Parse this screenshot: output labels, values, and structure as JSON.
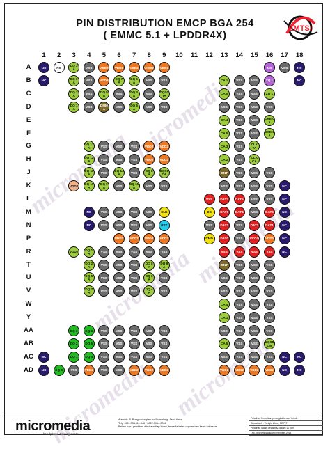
{
  "header": {
    "title_line1": "PIN DISTRIBUTION EMCP BGA 254",
    "title_line2": "( EMMC 5.1 + LPDDR4X)",
    "logo_text": "EMTSI"
  },
  "columns": [
    "1",
    "2",
    "3",
    "4",
    "5",
    "6",
    "7",
    "8",
    "9",
    "10",
    "11",
    "12",
    "13",
    "14",
    "15",
    "16",
    "17",
    "18"
  ],
  "rows": [
    "A",
    "B",
    "C",
    "D",
    "E",
    "F",
    "G",
    "H",
    "J",
    "K",
    "L",
    "M",
    "N",
    "P",
    "R",
    "T",
    "U",
    "V",
    "W",
    "Y",
    "AA",
    "AB",
    "AC",
    "AD"
  ],
  "colors": {
    "navy": "#2a1a6e",
    "lime": "#9ccc3c",
    "green": "#22bb22",
    "gray": "#6b6b6b",
    "orange": "#ee7722",
    "peach": "#f0b088",
    "olive": "#7d6a2a",
    "red": "#e02020",
    "yellow": "#f2e010",
    "purple": "#b566d6",
    "cyan": "#22ccee",
    "white": "#ffffff"
  },
  "pins": [
    [
      "A",
      1,
      "NC",
      "navy"
    ],
    [
      "A",
      2,
      "NC",
      "white"
    ],
    [
      "A",
      3,
      "DQ 3 A",
      "lime"
    ],
    [
      "A",
      4,
      "VSS",
      "gray"
    ],
    [
      "A",
      5,
      "VDD2",
      "orange"
    ],
    [
      "A",
      6,
      "VDD1",
      "orange"
    ],
    [
      "A",
      7,
      "VDD2",
      "orange"
    ],
    [
      "A",
      8,
      "VIOB2",
      "orange"
    ],
    [
      "A",
      9,
      "VDD2",
      "orange"
    ],
    [
      "A",
      16,
      "NC",
      "purple"
    ],
    [
      "A",
      17,
      "VSS",
      "gray"
    ],
    [
      "A",
      18,
      "NC",
      "navy"
    ],
    [
      "B",
      1,
      "NC",
      "navy"
    ],
    [
      "B",
      3,
      "DQ 0 A",
      "lime"
    ],
    [
      "B",
      4,
      "VSS",
      "gray"
    ],
    [
      "B",
      5,
      "VDD2",
      "orange"
    ],
    [
      "B",
      6,
      "DQ 7 A",
      "lime"
    ],
    [
      "B",
      7,
      "DQ 6 A",
      "lime"
    ],
    [
      "B",
      8,
      "VSS",
      "gray"
    ],
    [
      "B",
      9,
      "VSS",
      "gray"
    ],
    [
      "B",
      13,
      "CA 1",
      "lime"
    ],
    [
      "B",
      14,
      "VSS",
      "gray"
    ],
    [
      "B",
      15,
      "VSS",
      "gray"
    ],
    [
      "B",
      16,
      "ZQ 1",
      "purple"
    ],
    [
      "B",
      18,
      "NC",
      "navy"
    ],
    [
      "C",
      3,
      "DQ 2 A",
      "lime"
    ],
    [
      "C",
      4,
      "VSS",
      "gray"
    ],
    [
      "C",
      5,
      "DQ 5 A",
      "lime"
    ],
    [
      "C",
      6,
      "VSS",
      "gray"
    ],
    [
      "C",
      7,
      "DQ 4 A",
      "lime"
    ],
    [
      "C",
      8,
      "VSS",
      "gray"
    ],
    [
      "C",
      9,
      "DQS0 TA",
      "lime"
    ],
    [
      "C",
      13,
      "CA 0",
      "lime"
    ],
    [
      "C",
      14,
      "VSS",
      "gray"
    ],
    [
      "C",
      15,
      "VSS",
      "gray"
    ],
    [
      "C",
      16,
      "ZQ 1",
      "lime"
    ],
    [
      "D",
      3,
      "DQ 1 A",
      "lime"
    ],
    [
      "D",
      4,
      "VSS",
      "gray"
    ],
    [
      "D",
      5,
      "DMI0 A",
      "olive"
    ],
    [
      "D",
      6,
      "VSS",
      "gray"
    ],
    [
      "D",
      7,
      "DQ 6 A",
      "lime"
    ],
    [
      "D",
      8,
      "VSS",
      "gray"
    ],
    [
      "D",
      9,
      "VSS",
      "gray"
    ],
    [
      "D",
      13,
      "VSS",
      "gray"
    ],
    [
      "D",
      14,
      "VSS",
      "gray"
    ],
    [
      "D",
      15,
      "VSS",
      "gray"
    ],
    [
      "D",
      16,
      "VSS",
      "gray"
    ],
    [
      "E",
      13,
      "CA 4",
      "lime"
    ],
    [
      "E",
      14,
      "VSS",
      "gray"
    ],
    [
      "E",
      15,
      "VSS",
      "gray"
    ],
    [
      "E",
      16,
      "CKE 0 A",
      "lime"
    ],
    [
      "F",
      13,
      "CA 5",
      "lime"
    ],
    [
      "F",
      14,
      "VSS",
      "gray"
    ],
    [
      "F",
      15,
      "VSS",
      "gray"
    ],
    [
      "F",
      16,
      "CKE 1 A",
      "lime"
    ],
    [
      "G",
      4,
      "DQ 13 A",
      "lime"
    ],
    [
      "G",
      5,
      "VSS",
      "gray"
    ],
    [
      "G",
      6,
      "VSS",
      "gray"
    ],
    [
      "G",
      7,
      "VSS",
      "gray"
    ],
    [
      "G",
      8,
      "VDD2",
      "orange"
    ],
    [
      "G",
      9,
      "VDD2",
      "orange"
    ],
    [
      "G",
      13,
      "CA 3",
      "lime"
    ],
    [
      "G",
      14,
      "VSS",
      "gray"
    ],
    [
      "G",
      15,
      "CLK TA",
      "lime"
    ],
    [
      "H",
      4,
      "DQ 12 A",
      "lime"
    ],
    [
      "H",
      5,
      "VSS",
      "gray"
    ],
    [
      "H",
      6,
      "VSS",
      "gray"
    ],
    [
      "H",
      7,
      "VSS",
      "gray"
    ],
    [
      "H",
      8,
      "VDD2",
      "orange"
    ],
    [
      "H",
      9,
      "VDD2",
      "orange"
    ],
    [
      "H",
      13,
      "CA 2",
      "lime"
    ],
    [
      "H",
      14,
      "VSS",
      "gray"
    ],
    [
      "H",
      15,
      "CLK CA",
      "lime"
    ],
    [
      "J",
      4,
      "DQ 11 A",
      "lime"
    ],
    [
      "J",
      5,
      "VSS",
      "gray"
    ],
    [
      "J",
      6,
      "DQ 14 A",
      "lime"
    ],
    [
      "J",
      7,
      "VSS",
      "gray"
    ],
    [
      "J",
      8,
      "DQ 8 A",
      "lime"
    ],
    [
      "J",
      9,
      "DQS1 CA",
      "lime"
    ],
    [
      "J",
      13,
      "GNT",
      "olive"
    ],
    [
      "J",
      14,
      "VSS",
      "gray"
    ],
    [
      "J",
      15,
      "VSS",
      "gray"
    ],
    [
      "J",
      16,
      "VSS",
      "gray"
    ],
    [
      "K",
      3,
      "VDD2",
      "peach"
    ],
    [
      "K",
      4,
      "DQ 10 A",
      "lime"
    ],
    [
      "K",
      5,
      "DQ 9 A",
      "lime"
    ],
    [
      "K",
      6,
      "VSS",
      "gray"
    ],
    [
      "K",
      7,
      "DQ 15 A",
      "lime"
    ],
    [
      "K",
      8,
      "VSS",
      "gray"
    ],
    [
      "K",
      9,
      "VSS",
      "gray"
    ],
    [
      "K",
      13,
      "VSS",
      "gray"
    ],
    [
      "K",
      14,
      "VSS",
      "gray"
    ],
    [
      "K",
      15,
      "VSS",
      "gray"
    ],
    [
      "K",
      16,
      "VSS",
      "gray"
    ],
    [
      "K",
      17,
      "NC",
      "navy"
    ],
    [
      "L",
      12,
      "VSS",
      "red"
    ],
    [
      "L",
      13,
      "DAT7",
      "red"
    ],
    [
      "L",
      14,
      "DAT5",
      "red"
    ],
    [
      "L",
      15,
      "VSS",
      "gray"
    ],
    [
      "L",
      16,
      "VSS",
      "gray"
    ],
    [
      "L",
      17,
      "NC",
      "navy"
    ],
    [
      "M",
      4,
      "NC",
      "navy"
    ],
    [
      "M",
      5,
      "VSS",
      "gray"
    ],
    [
      "M",
      6,
      "VSS",
      "gray"
    ],
    [
      "M",
      7,
      "VSS",
      "gray"
    ],
    [
      "M",
      8,
      "VSS",
      "gray"
    ],
    [
      "M",
      9,
      "CLK",
      "yellow"
    ],
    [
      "M",
      12,
      "DS",
      "yellow"
    ],
    [
      "M",
      13,
      "DAT6",
      "red"
    ],
    [
      "M",
      14,
      "DAT4",
      "red"
    ],
    [
      "M",
      15,
      "VSS",
      "gray"
    ],
    [
      "M",
      16,
      "DAT4",
      "red"
    ],
    [
      "M",
      17,
      "NC",
      "navy"
    ],
    [
      "N",
      4,
      "NC",
      "navy"
    ],
    [
      "N",
      5,
      "VSS",
      "gray"
    ],
    [
      "N",
      6,
      "VSS",
      "gray"
    ],
    [
      "N",
      7,
      "VSS",
      "gray"
    ],
    [
      "N",
      8,
      "VSS",
      "gray"
    ],
    [
      "N",
      9,
      "RST",
      "cyan"
    ],
    [
      "N",
      12,
      "VSS",
      "gray"
    ],
    [
      "N",
      13,
      "DAT3",
      "red"
    ],
    [
      "N",
      14,
      "VSS",
      "gray"
    ],
    [
      "N",
      15,
      "DAT2",
      "red"
    ],
    [
      "N",
      16,
      "DAT1",
      "red"
    ],
    [
      "N",
      17,
      "NC",
      "navy"
    ],
    [
      "P",
      6,
      "VDD2",
      "orange"
    ],
    [
      "P",
      7,
      "VDD2",
      "orange"
    ],
    [
      "P",
      8,
      "VDD2",
      "orange"
    ],
    [
      "P",
      9,
      "VDD2",
      "orange"
    ],
    [
      "P",
      12,
      "CMD",
      "yellow"
    ],
    [
      "P",
      13,
      "DAT0",
      "red"
    ],
    [
      "P",
      14,
      "VSS",
      "gray"
    ],
    [
      "P",
      15,
      "VCCQ",
      "red"
    ],
    [
      "P",
      16,
      "VDD2",
      "orange"
    ],
    [
      "P",
      17,
      "NC",
      "navy"
    ],
    [
      "R",
      3,
      "VDD2",
      "lime"
    ],
    [
      "R",
      4,
      "DQ 1 A",
      "lime"
    ],
    [
      "R",
      5,
      "VSS",
      "gray"
    ],
    [
      "R",
      6,
      "VSS",
      "gray"
    ],
    [
      "R",
      7,
      "VSS",
      "gray"
    ],
    [
      "R",
      8,
      "VSS",
      "gray"
    ],
    [
      "R",
      9,
      "VSS",
      "gray"
    ],
    [
      "R",
      13,
      "VSS",
      "red"
    ],
    [
      "R",
      14,
      "VSS",
      "red"
    ],
    [
      "R",
      15,
      "VSS",
      "red"
    ],
    [
      "R",
      16,
      "VSS",
      "red"
    ],
    [
      "R",
      17,
      "NC",
      "navy"
    ],
    [
      "T",
      4,
      "DQ 2 A",
      "lime"
    ],
    [
      "T",
      5,
      "VSS",
      "gray"
    ],
    [
      "T",
      6,
      "VSS",
      "gray"
    ],
    [
      "T",
      7,
      "VSS",
      "gray"
    ],
    [
      "T",
      8,
      "DQ 8 A",
      "lime"
    ],
    [
      "T",
      9,
      "DQ 8 A",
      "lime"
    ],
    [
      "T",
      13,
      "GNT",
      "olive"
    ],
    [
      "T",
      14,
      "VSS",
      "gray"
    ],
    [
      "T",
      15,
      "VSS",
      "gray"
    ],
    [
      "T",
      16,
      "VSS",
      "gray"
    ],
    [
      "U",
      4,
      "DQ 5 A",
      "lime"
    ],
    [
      "U",
      5,
      "VSS",
      "gray"
    ],
    [
      "U",
      6,
      "VSS",
      "gray"
    ],
    [
      "U",
      7,
      "VSS",
      "gray"
    ],
    [
      "U",
      8,
      "DQ 6 A",
      "lime"
    ],
    [
      "U",
      9,
      "VSS",
      "gray"
    ],
    [
      "U",
      13,
      "VSS",
      "gray"
    ],
    [
      "U",
      14,
      "VSS",
      "gray"
    ],
    [
      "U",
      15,
      "VSS",
      "gray"
    ],
    [
      "U",
      16,
      "VSS",
      "gray"
    ],
    [
      "V",
      4,
      "DQ 7 A",
      "lime"
    ],
    [
      "V",
      5,
      "VSS",
      "gray"
    ],
    [
      "V",
      6,
      "VSS",
      "gray"
    ],
    [
      "V",
      7,
      "VSS",
      "gray"
    ],
    [
      "V",
      8,
      "DQ 4 A",
      "lime"
    ],
    [
      "V",
      9,
      "VSS",
      "gray"
    ],
    [
      "V",
      13,
      "VSS",
      "gray"
    ],
    [
      "V",
      14,
      "VSS",
      "gray"
    ],
    [
      "V",
      15,
      "VSS",
      "gray"
    ],
    [
      "V",
      16,
      "VSS",
      "gray"
    ],
    [
      "W",
      13,
      "CA 4",
      "lime"
    ],
    [
      "W",
      14,
      "VSS",
      "gray"
    ],
    [
      "W",
      15,
      "VSS",
      "gray"
    ],
    [
      "W",
      16,
      "VSS",
      "gray"
    ],
    [
      "Y",
      13,
      "CA 1",
      "lime"
    ],
    [
      "Y",
      14,
      "VSS",
      "gray"
    ],
    [
      "Y",
      15,
      "VSS",
      "gray"
    ],
    [
      "Y",
      16,
      "VSS",
      "gray"
    ],
    [
      "AA",
      3,
      "DQ 3",
      "green"
    ],
    [
      "AA",
      4,
      "DQ 6",
      "green"
    ],
    [
      "AA",
      5,
      "VSS",
      "gray"
    ],
    [
      "AA",
      6,
      "VSS",
      "gray"
    ],
    [
      "AA",
      7,
      "VSS",
      "gray"
    ],
    [
      "AA",
      8,
      "VSS",
      "gray"
    ],
    [
      "AA",
      9,
      "VSS",
      "gray"
    ],
    [
      "AA",
      13,
      "VSS",
      "gray"
    ],
    [
      "AA",
      14,
      "VSS",
      "gray"
    ],
    [
      "AA",
      15,
      "VSS",
      "gray"
    ],
    [
      "AA",
      16,
      "VSS",
      "gray"
    ],
    [
      "AB",
      3,
      "DQ 2",
      "green"
    ],
    [
      "AB",
      4,
      "DQ 5",
      "green"
    ],
    [
      "AB",
      5,
      "VSS",
      "gray"
    ],
    [
      "AB",
      6,
      "VSS",
      "gray"
    ],
    [
      "AB",
      7,
      "VSS",
      "gray"
    ],
    [
      "AB",
      8,
      "VSS",
      "gray"
    ],
    [
      "AB",
      9,
      "VSS",
      "gray"
    ],
    [
      "AB",
      13,
      "CA 5",
      "lime"
    ],
    [
      "AB",
      14,
      "VSS",
      "gray"
    ],
    [
      "AB",
      15,
      "VSS",
      "gray"
    ],
    [
      "AB",
      16,
      "DQS8 OB",
      "lime"
    ],
    [
      "AC",
      1,
      "NC",
      "navy"
    ],
    [
      "AC",
      3,
      "DQ 1",
      "green"
    ],
    [
      "AC",
      4,
      "DQ 4",
      "green"
    ],
    [
      "AC",
      5,
      "VSS",
      "gray"
    ],
    [
      "AC",
      6,
      "VSS",
      "gray"
    ],
    [
      "AC",
      7,
      "VSS",
      "gray"
    ],
    [
      "AC",
      8,
      "VSS",
      "gray"
    ],
    [
      "AC",
      9,
      "VSS",
      "gray"
    ],
    [
      "AC",
      13,
      "VSS",
      "gray"
    ],
    [
      "AC",
      14,
      "VSS",
      "gray"
    ],
    [
      "AC",
      15,
      "VSS",
      "gray"
    ],
    [
      "AC",
      16,
      "VSS",
      "gray"
    ],
    [
      "AC",
      17,
      "NC",
      "navy"
    ],
    [
      "AC",
      18,
      "NC",
      "navy"
    ],
    [
      "AD",
      1,
      "NC",
      "navy"
    ],
    [
      "AD",
      2,
      "DQ 0",
      "green"
    ],
    [
      "AD",
      3,
      "VSS",
      "gray"
    ],
    [
      "AD",
      4,
      "VDD2",
      "orange"
    ],
    [
      "AD",
      5,
      "VSS",
      "gray"
    ],
    [
      "AD",
      6,
      "VSS",
      "gray"
    ],
    [
      "AD",
      7,
      "VDD2",
      "orange"
    ],
    [
      "AD",
      8,
      "VDD2",
      "orange"
    ],
    [
      "AD",
      9,
      "VDD2",
      "orange"
    ],
    [
      "AD",
      13,
      "VDD2",
      "orange"
    ],
    [
      "AD",
      14,
      "VDD2",
      "orange"
    ],
    [
      "AD",
      15,
      "VDD2",
      "orange"
    ],
    [
      "AD",
      16,
      "VDD2",
      "orange"
    ],
    [
      "AD",
      17,
      "NC",
      "navy"
    ],
    [
      "AD",
      18,
      "NC",
      "navy"
    ]
  ],
  "watermark": "micromedia",
  "footer": {
    "brand": "micromedia",
    "brand_sub": "handphone training center",
    "address_lines": [
      "Alamat : Jl. Bungin cengkeh no.5b malang, Jawa timur",
      "Telp : 081.334.111.846 / 0822.3014.0006",
      "Bahan baru pelatihan dibuka setiap bulan, tersedia kelas reguler dan kelas intensive"
    ],
    "info_rows": [
      "Pelatihan Perbaikan perangkat keras / teknik",
      "Dibuat oleh : Tonight lelmo, SE PIT",
      "Pelatihan dalam kelas bisa dalam 10 hari",
      "LPE, micromedia kpkr          November 2016"
    ]
  }
}
